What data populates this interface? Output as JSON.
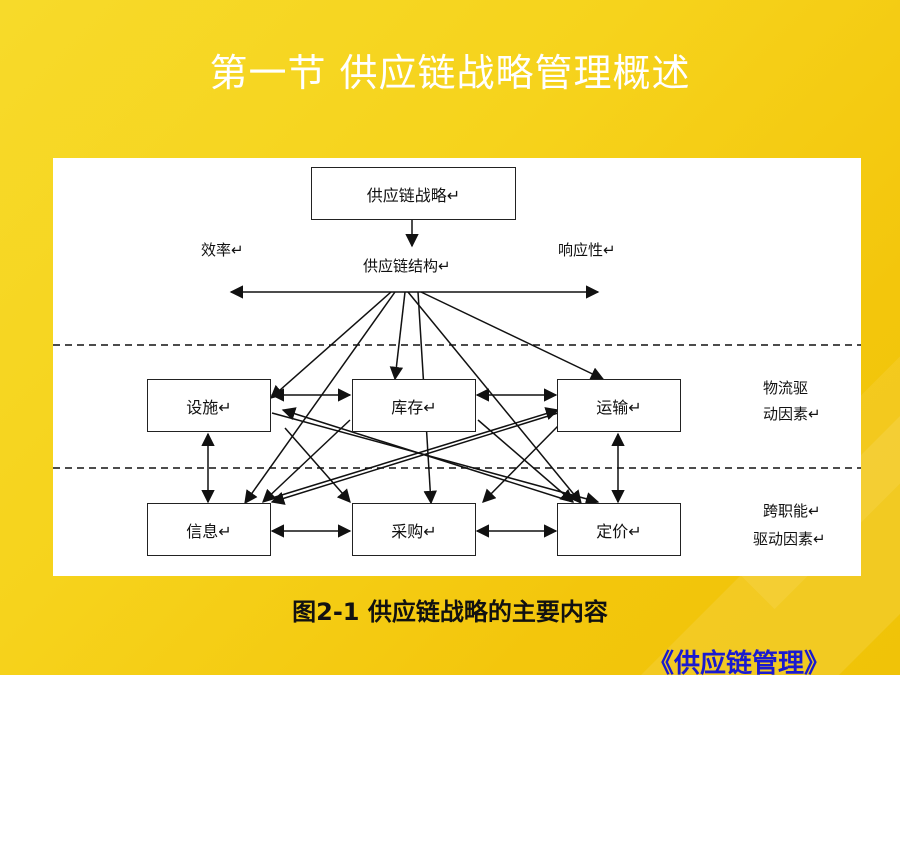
{
  "page": {
    "title": "第一节 供应链战略管理概述",
    "caption": "图2-1 供应链战略的主要内容",
    "brand": "《供应链管理》"
  },
  "diagram": {
    "strategy_box": "供应链战略↵",
    "structure_label": "供应链结构↵",
    "efficiency_label": "效率↵",
    "responsiveness_label": "响应性↵",
    "boxes": {
      "facilities": "设施↵",
      "inventory": "库存↵",
      "transport": "运输↵",
      "information": "信息↵",
      "sourcing": "采购↵",
      "pricing": "定价↵"
    },
    "logistics_drivers": [
      "物流驱",
      "动因素↵"
    ],
    "cross_functional_drivers": [
      "跨职能↵",
      "驱动因素↵"
    ]
  },
  "colors": {
    "background": "#f6d31c",
    "title_text": "#ffffff",
    "brand_text": "#1a1ad0"
  }
}
